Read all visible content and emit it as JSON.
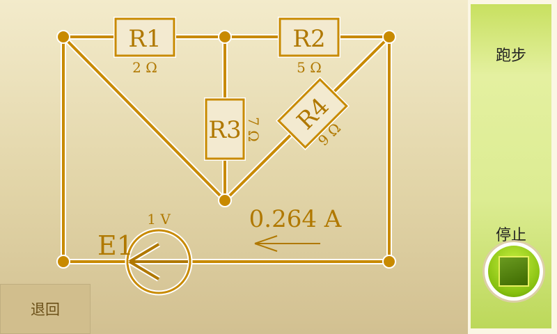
{
  "circuit": {
    "resistors": [
      {
        "name": "R1",
        "value": "2 Ω"
      },
      {
        "name": "R2",
        "value": "5 Ω"
      },
      {
        "name": "R3",
        "value": "7 Ω"
      },
      {
        "name": "R4",
        "value": "9 Ω"
      }
    ],
    "source": {
      "name": "E1",
      "value": "1 V"
    },
    "current": "0.264 A"
  },
  "back_label": "退回",
  "side": {
    "mode_label": "跑步",
    "stop_label": "停止"
  },
  "colors": {
    "wire": "#c88a00",
    "accent": "#86c010"
  }
}
